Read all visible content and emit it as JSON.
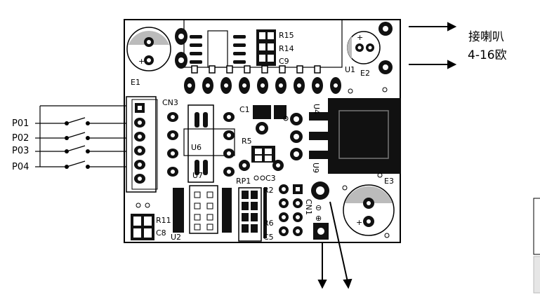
{
  "speaker": {
    "line1": "接喇叭",
    "line2": "4-16欧"
  },
  "inputs": [
    "P01",
    "P02",
    "P03",
    "P04"
  ],
  "silkscreen": {
    "e1": "E1",
    "e2": "E2",
    "e3": "E3",
    "r15": "R15",
    "r14": "R14",
    "c9": "C9",
    "u1": "U1",
    "cn3": "CN3",
    "c1": "C1",
    "u4": "U4",
    "u6": "U6",
    "u7": "U7",
    "r5": "R5",
    "c3": "C3",
    "u9": "U9",
    "rp1": "RP1",
    "r2": "R2",
    "r6": "R6",
    "c5": "C5",
    "cn1": "CN1",
    "r11": "R11",
    "c8": "C8",
    "u2": "U2"
  },
  "polarity": {
    "plus1": "+",
    "plus2": "+",
    "plus3": "+",
    "minus": "⊖",
    "plus_pin": "⊕"
  }
}
